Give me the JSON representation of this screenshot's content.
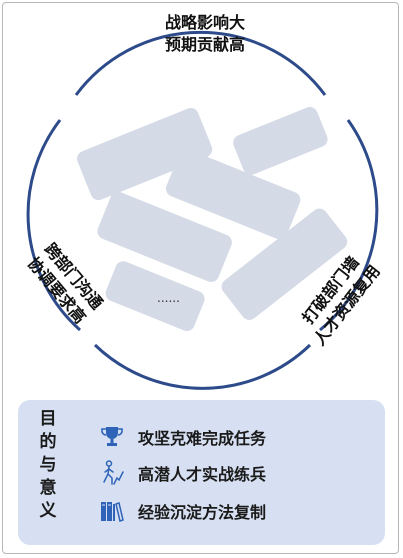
{
  "top_label": [
    "战略影响大",
    "预期贡献高"
  ],
  "left_label": [
    "跨部门沟通",
    "协调要求高"
  ],
  "right_label": [
    "打破部门墙",
    "人才资源复用"
  ],
  "center_text": "......",
  "colors": {
    "arc": "#2d4a8a",
    "card": "#d4dae6",
    "panel": "#d7e0f2",
    "icon": "#2f63b8"
  },
  "purpose": {
    "title": [
      "目",
      "的",
      "与",
      "意",
      "义"
    ],
    "items": [
      {
        "icon": "trophy-icon",
        "label": "攻坚克难完成任务"
      },
      {
        "icon": "walking-person-icon",
        "label": "高潜人才实战练兵"
      },
      {
        "icon": "books-icon",
        "label": "经验沉淀方法复制"
      }
    ]
  }
}
